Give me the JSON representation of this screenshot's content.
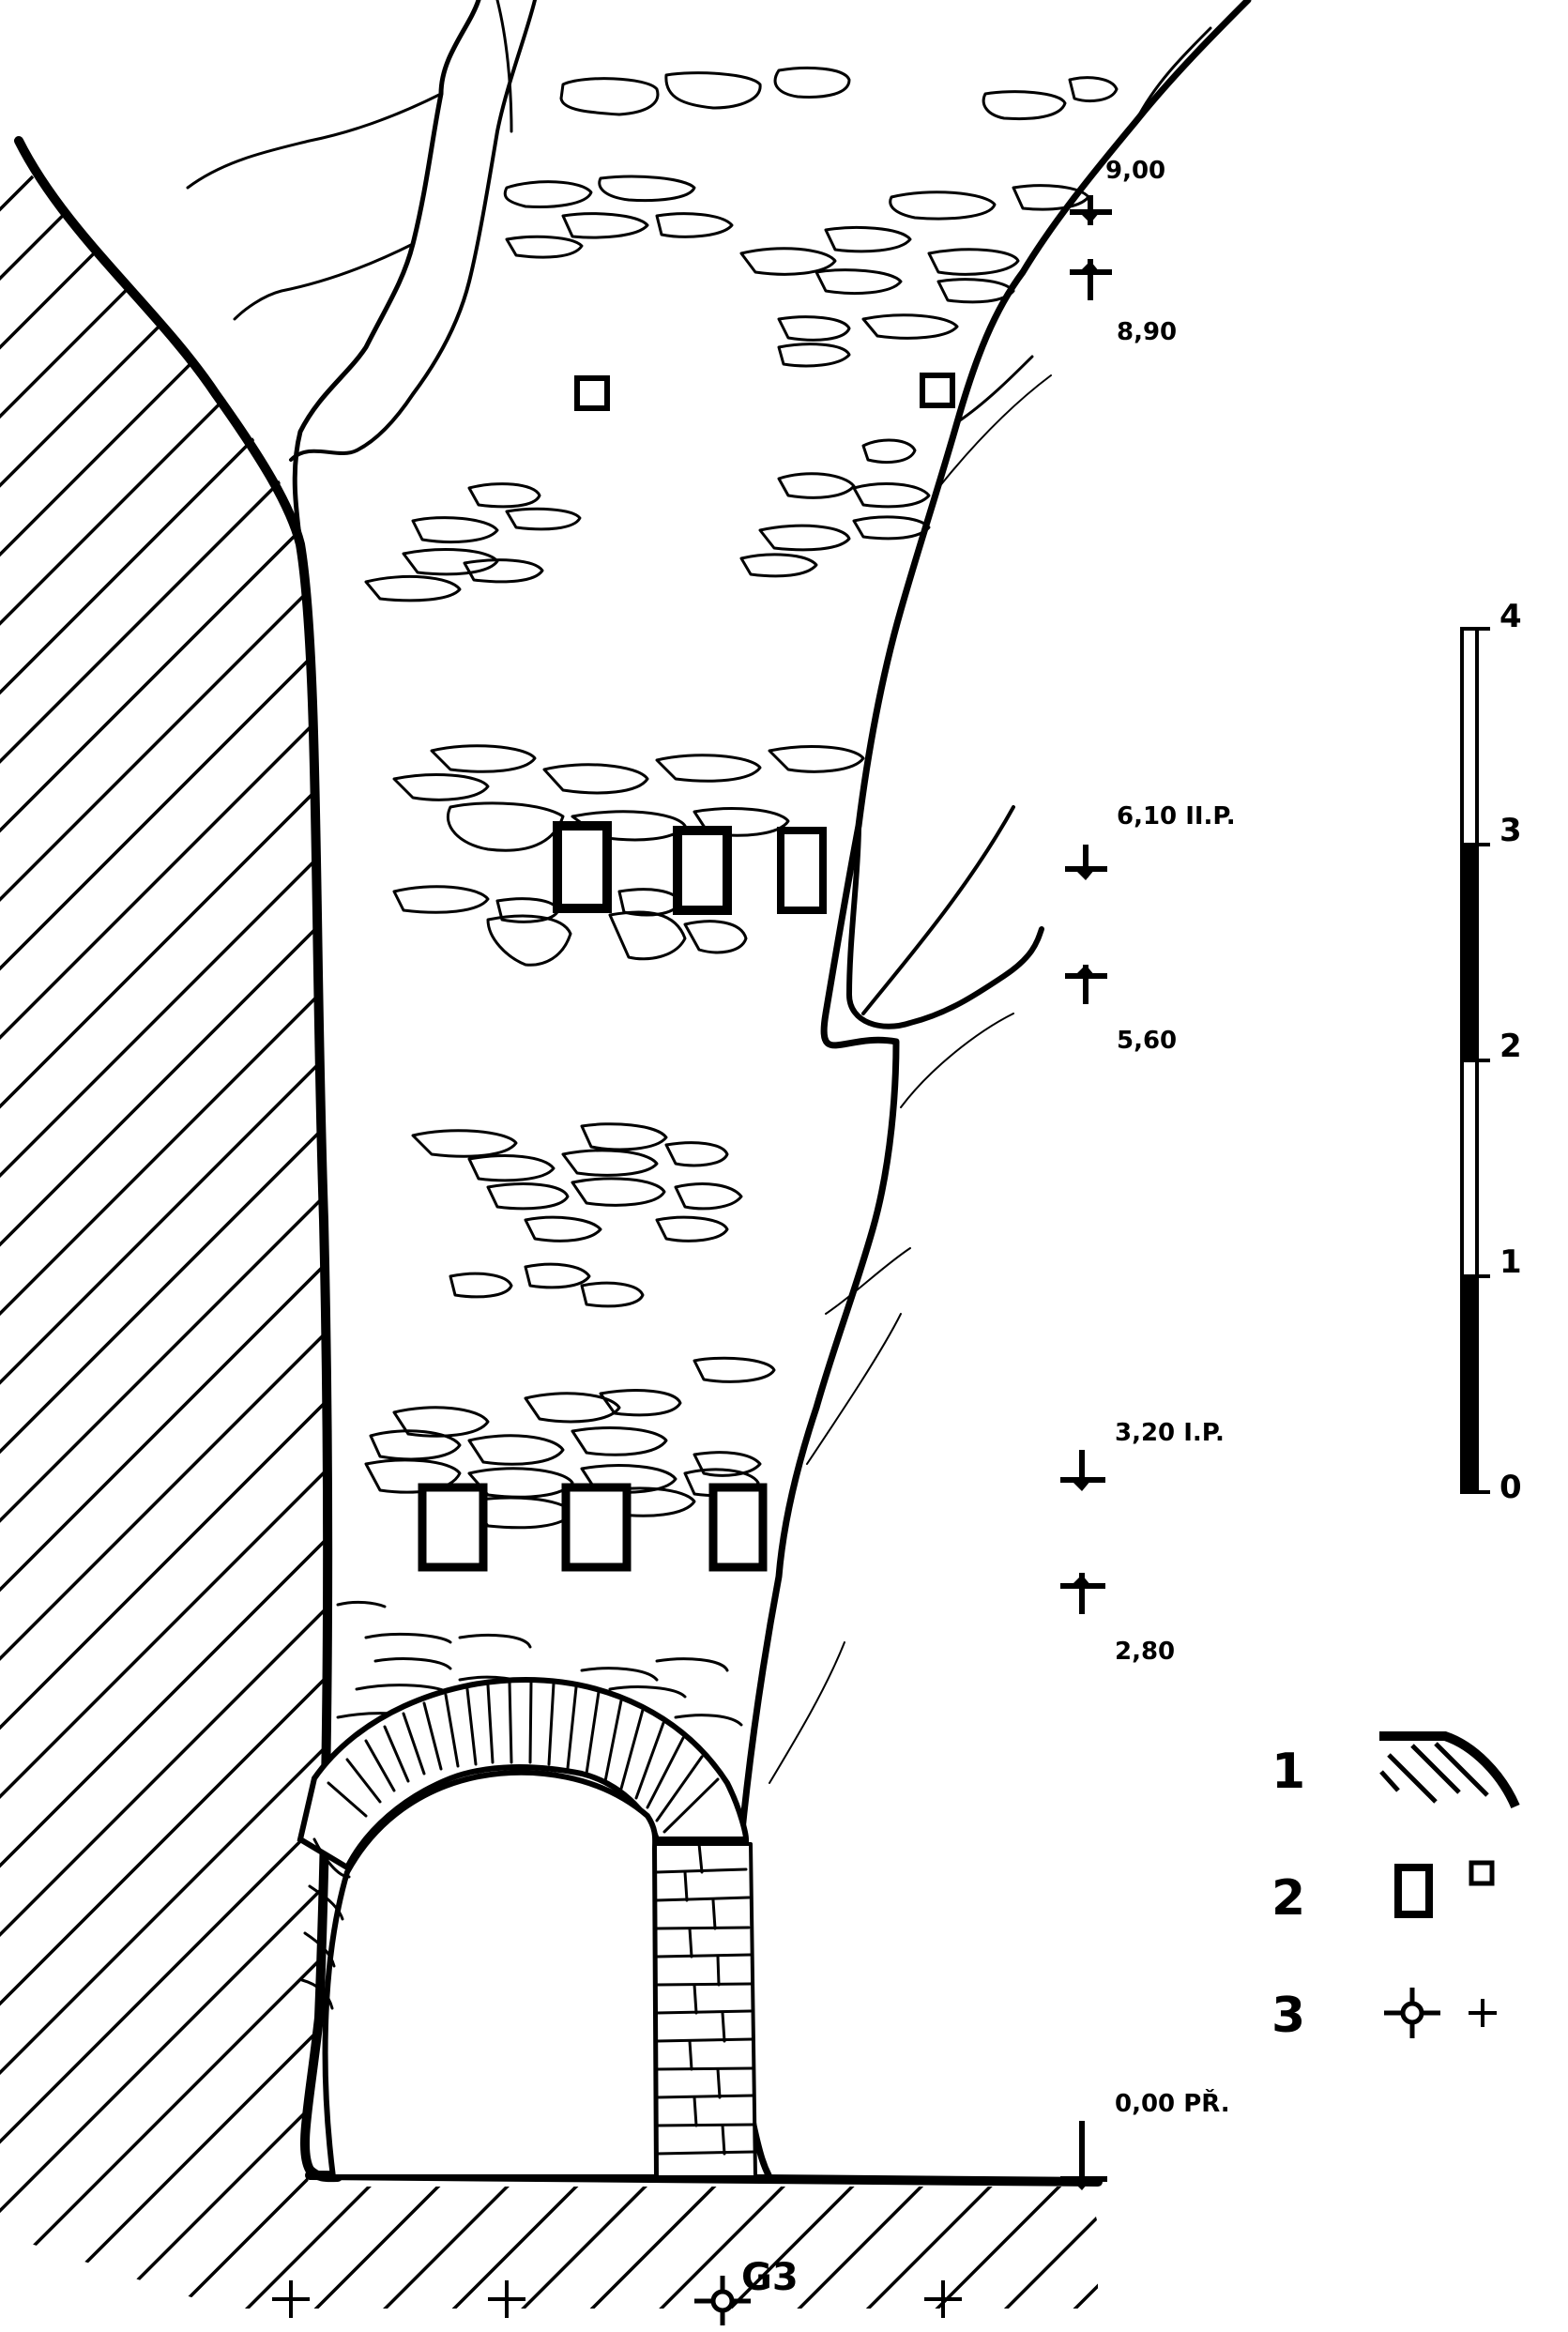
{
  "elevation_marks": [
    {
      "label": "9,00"
    },
    {
      "label": "8,90"
    },
    {
      "label": "6,10 II.P."
    },
    {
      "label": "5,60"
    },
    {
      "label": "3,20 I.P."
    },
    {
      "label": "2,80"
    },
    {
      "label": "0,00 PŘ."
    }
  ],
  "scale_bar": {
    "ticks": [
      "4",
      "3",
      "2",
      "1",
      "0"
    ],
    "segments": [
      "white",
      "black",
      "white",
      "black"
    ]
  },
  "legend": {
    "items": [
      {
        "num": "1",
        "symbol": "hatched-rock-icon"
      },
      {
        "num": "2",
        "symbol": "beam-hole-icon"
      },
      {
        "num": "3",
        "symbol": "survey-point-icon"
      }
    ]
  },
  "survey_point_label": "G3"
}
